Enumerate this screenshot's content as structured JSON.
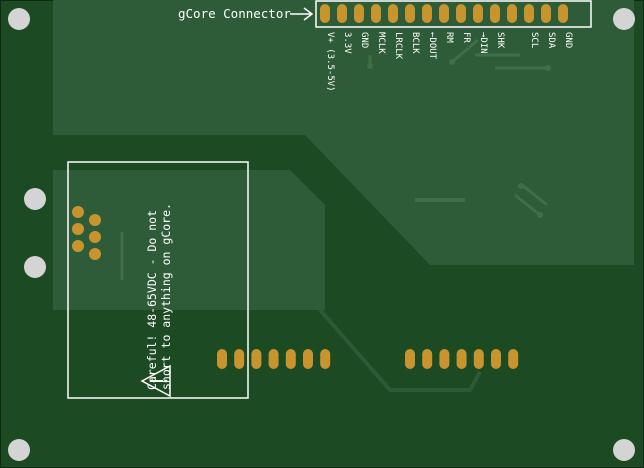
{
  "board": {
    "connector_title": "gCore Connector",
    "pin_labels": [
      "V+ (3.5-5V)",
      "3.3V",
      "GND",
      "MCLK",
      "LRCLK",
      "BCLK",
      "DOUT",
      "RM",
      "FR",
      "DIN",
      "SHK",
      "",
      "SCL",
      "SDA",
      "GND"
    ],
    "pin_arrows": {
      "DOUT": "←",
      "DIN": "→"
    },
    "warning_text_line1": "Careful! 48-65VDC - Do not",
    "warning_text_line2": "short to anything on gCore.",
    "warning_icon": "warning-triangle-icon",
    "colors": {
      "board_dark": "#1c4a22",
      "copper_fill": "#2f5a3a",
      "pad": "#c8942e",
      "hole": "#d4d4d4",
      "silkscreen": "#ffffff"
    }
  }
}
